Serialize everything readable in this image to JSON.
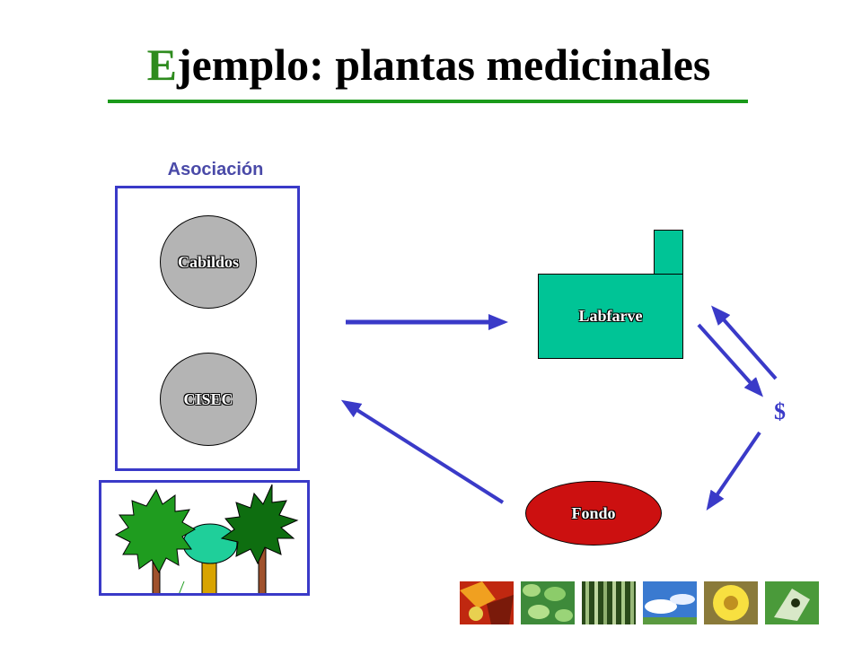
{
  "title": {
    "first_letter": "E",
    "rest": "jemplo: plantas medicinales"
  },
  "association": {
    "label": "Asociación",
    "members": [
      "Cabildos",
      "CISEC"
    ]
  },
  "factory": {
    "label": "Labfarve"
  },
  "fund": {
    "label": "Fondo"
  },
  "money": {
    "label": "$"
  },
  "colors": {
    "title_accent": "#2e8b1e",
    "rule": "#1a9a1a",
    "arrow": "#3a3ac8",
    "factory": "#00c496",
    "fund": "#cc1010",
    "member_circle": "#b4b4b4"
  }
}
